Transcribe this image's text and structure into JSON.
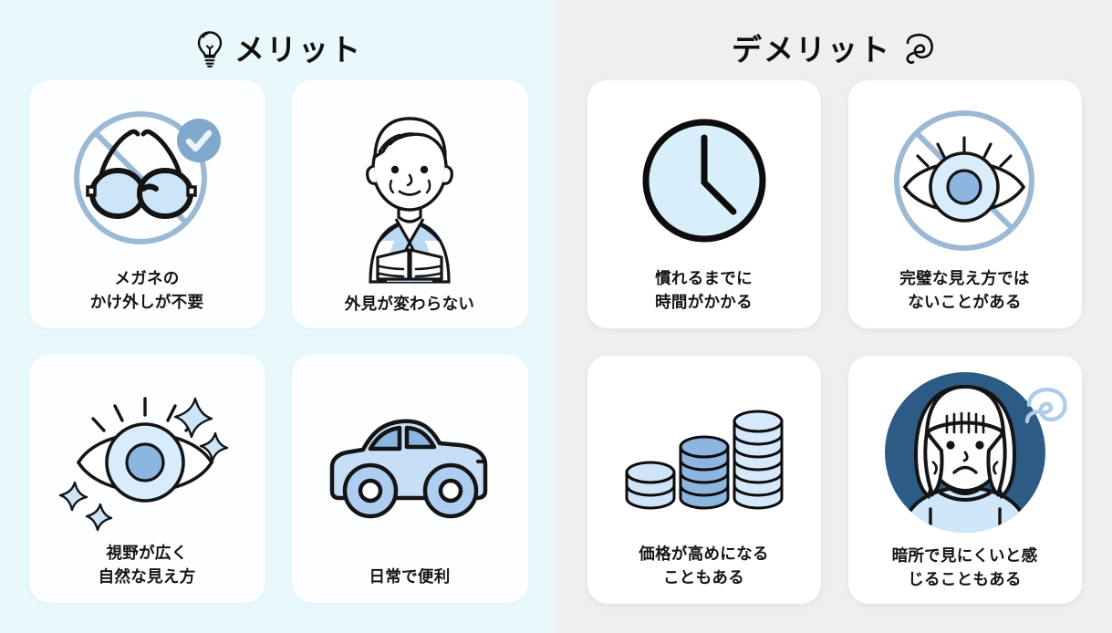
{
  "panels": [
    {
      "id": "merit",
      "title": "メリット",
      "icon": "lightbulb-icon",
      "background": "#e9f8fb",
      "cards": [
        {
          "icon": "no-glasses-check-icon",
          "label_lines": [
            "メガネの",
            "かけ外しが不要"
          ]
        },
        {
          "icon": "elderly-man-reading-icon",
          "label_lines": [
            "外見が変わらない"
          ]
        },
        {
          "icon": "sparkling-eye-icon",
          "label_lines": [
            "視野が広く",
            "自然な見え方"
          ]
        },
        {
          "icon": "car-icon",
          "label_lines": [
            "日常で便利"
          ]
        }
      ]
    },
    {
      "id": "demerit",
      "title": "デメリット",
      "icon": "swirl-icon",
      "background": "#f1efee",
      "cards": [
        {
          "icon": "clock-icon",
          "label_lines": [
            "慣れるまでに",
            "時間がかかる"
          ]
        },
        {
          "icon": "no-eye-icon",
          "label_lines": [
            "完璧な見え方では",
            "ないことがある"
          ]
        },
        {
          "icon": "coin-stacks-icon",
          "label_lines": [
            "価格が高めになる",
            "こともある"
          ]
        },
        {
          "icon": "sad-woman-icon",
          "label_lines": [
            "暗所で見にくいと感",
            "じることもある"
          ]
        }
      ]
    }
  ],
  "colors": {
    "merit_background": "#e9f8fb",
    "demerit_background": "#f1efee",
    "card_merit": "#fdfeff",
    "card_demerit": "#ffffff",
    "text": "#141414",
    "line": "#151515",
    "light_blue": "#cde5f8",
    "pale_blue": "#d8ecfb",
    "mid_blue": "#8cb6e0",
    "muted_blue": "#9bb8d4",
    "badge_blue": "#7fa8cc",
    "deep_blue": "#2c5b85",
    "shirt_blue": "#bcd9f3"
  }
}
